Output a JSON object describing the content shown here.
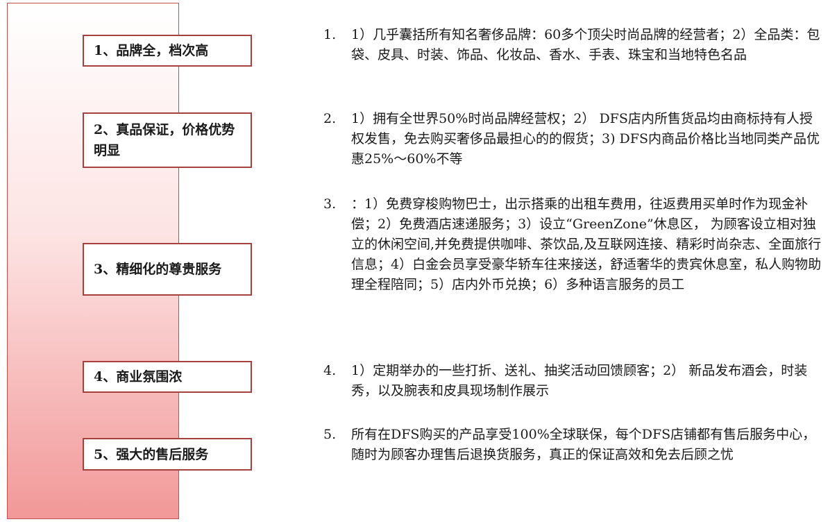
{
  "labels": [
    "1、品牌全，档次高",
    "2、真品保证，价格优势明显",
    "3、精细化的尊贵服务",
    "4、商业氛围浓",
    "5、强大的售后服务"
  ],
  "items": [
    {
      "num": "1.",
      "text": "1）几乎囊括所有知名奢侈品牌：60多个顶尖时尚品牌的经营者；2）全品类：包袋、皮具、时装、饰品、化妆品、香水、手表、珠宝和当地特色名品"
    },
    {
      "num": "2.",
      "text": "1）拥有全世界50%时尚品牌经营权；2） DFS店内所售货品均由商标持有人授权发售，免去购买奢侈品最担心的的假货；3) DFS内商品价格比当地同类产品优惠25%～60%不等"
    },
    {
      "num": "3.",
      "text": "：1）免费穿梭购物巴士，出示搭乘的出租车费用，往返费用买单时作为现金补偿；2）免费酒店速递服务；3）设立“GreenZone”休息区， 为顾客设立相对独立的休闲空间,并免费提供咖啡、茶饮品,及互联网连接、精彩时尚杂志、全面旅行信息；4）白金会员享受豪华轿车往来接送，舒适奢华的贵宾休息室，私人购物助理全程陪同；5）店内外币兑换；6）多种语言服务的员工"
    },
    {
      "num": "4.",
      "text": "1）定期举办的一些打折、送礼、抽奖活动回馈顾客；2） 新品发布酒会，时装秀，以及腕表和皮具现场制作展示"
    },
    {
      "num": "5.",
      "text": "所有在DFS购买的产品享受100%全球联保，每个DFS店铺都有售后服务中心，随时为顾客办理售后退换货服务，真正的保证高效和免去后顾之忧"
    }
  ]
}
